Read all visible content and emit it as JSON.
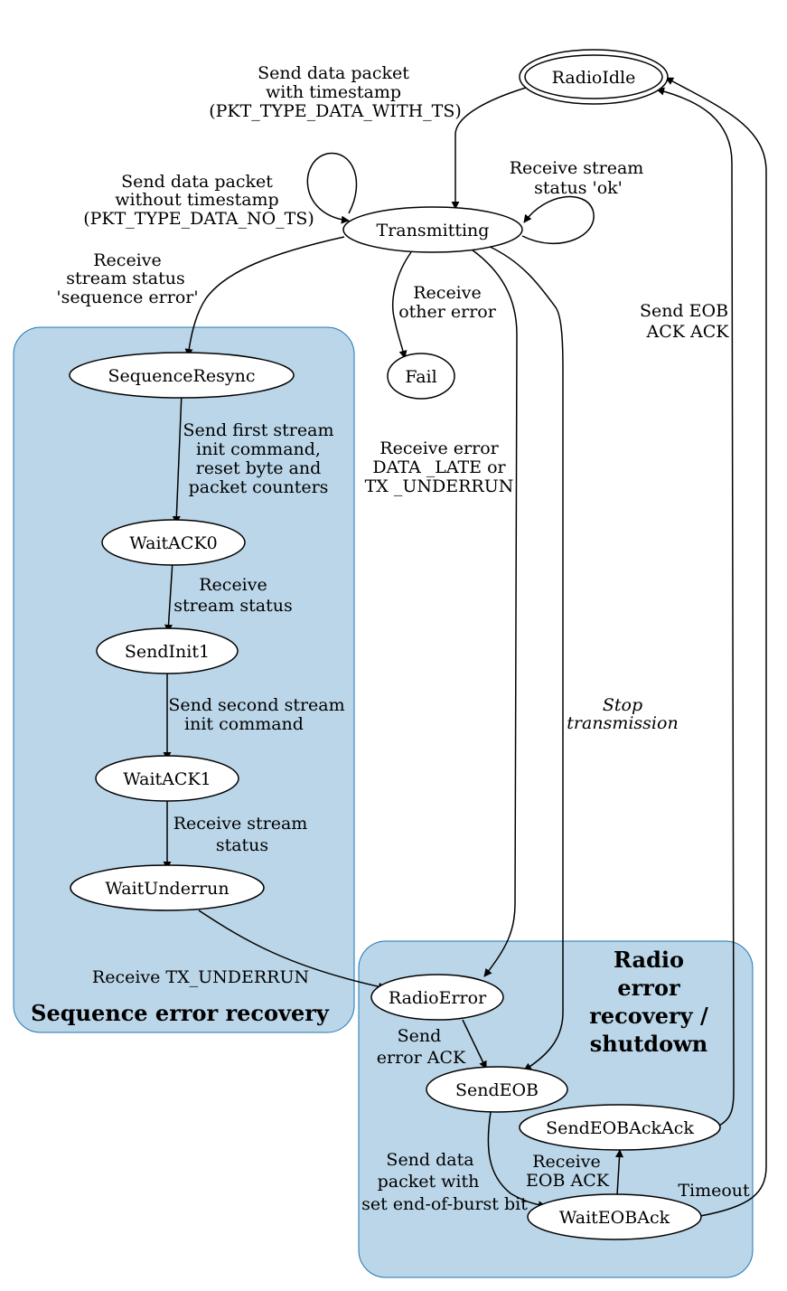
{
  "colors": {
    "cluster_fill": "#bbd6e8",
    "cluster_stroke": "#1f77b4"
  },
  "clusters": {
    "sequence": {
      "title": "Sequence error recovery"
    },
    "radio": {
      "title_lines": [
        "Radio",
        "error",
        "recovery /",
        "shutdown"
      ]
    }
  },
  "nodes": {
    "radio_idle": "RadioIdle",
    "transmitting": "Transmitting",
    "fail": "Fail",
    "sequence_resync": "SequenceResync",
    "wait_ack0": "WaitACK0",
    "send_init1": "SendInit1",
    "wait_ack1": "WaitACK1",
    "wait_underrun": "WaitUnderrun",
    "radio_error": "RadioError",
    "send_eob": "SendEOB",
    "send_eob_ack_ack": "SendEOBAckAck",
    "wait_eob_ack": "WaitEOBAck"
  },
  "edges": {
    "with_ts": [
      "Send data packet",
      "with timestamp",
      "(PKT_TYPE_DATA_WITH_TS)"
    ],
    "no_ts": [
      "Send data packet",
      "without timestamp",
      "(PKT_TYPE_DATA_NO_TS)"
    ],
    "status_ok": [
      "Receive stream",
      "status 'ok'"
    ],
    "seq_error": [
      "Receive",
      "stream status",
      "'sequence error'"
    ],
    "other_error": [
      "Receive",
      "other error"
    ],
    "data_late": [
      "Receive error",
      "DATA _LATE or",
      "TX _UNDERRUN"
    ],
    "stop": [
      "Stop",
      "transmission"
    ],
    "eob_ack_ack": [
      "Send EOB",
      "ACK ACK"
    ],
    "first_init": [
      "Send first stream",
      "init command,",
      "reset byte and",
      "packet counters"
    ],
    "recv_status0": [
      "Receive",
      "stream status"
    ],
    "second_init": [
      "Send second stream",
      "init command"
    ],
    "recv_status1": [
      "Receive stream",
      "status"
    ],
    "tx_underrun": [
      "Receive TX_UNDERRUN"
    ],
    "error_ack": [
      "Send",
      "error ACK"
    ],
    "eob_bit": [
      "Send data",
      "packet with",
      "set end-of-burst bit"
    ],
    "recv_eob_ack": [
      "Receive",
      "EOB ACK"
    ],
    "timeout": [
      "Timeout"
    ]
  }
}
